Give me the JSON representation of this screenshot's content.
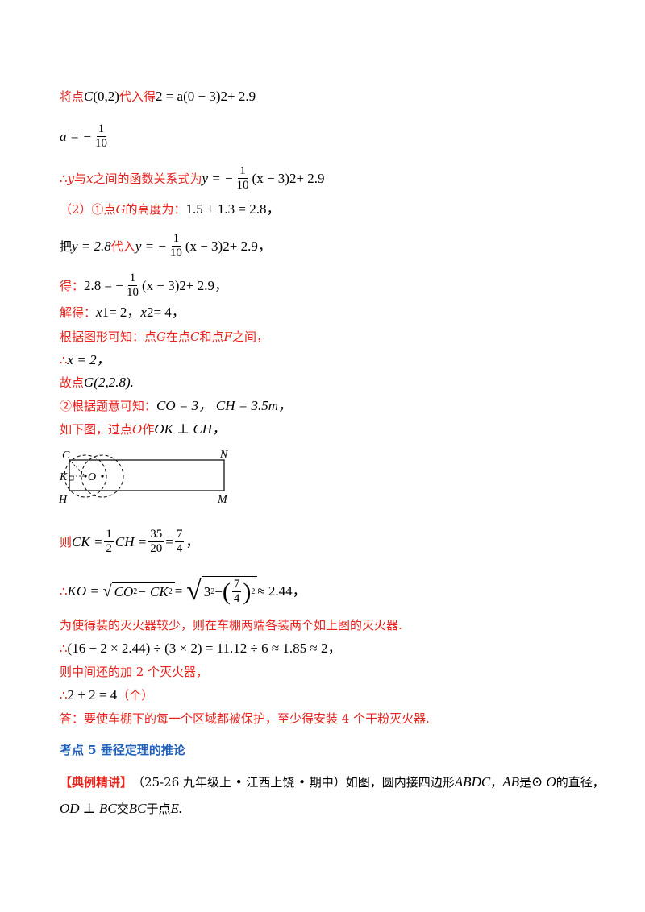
{
  "lines": {
    "l1": {
      "pre": "将点",
      "pt": "C",
      "coord": "0,2",
      "mid": "代入得",
      "eq": "2 = a(0 − 3)",
      "exp": "2",
      "tail": " + 2.9"
    },
    "l2": {
      "lhs": "a = −",
      "num": "1",
      "den": "10"
    },
    "l3": {
      "pre": "∴",
      "y": "y",
      "t1": "与 ",
      "x": "x",
      "t2": " 之间的函数关系式为",
      "lhs": "y = −",
      "num": "1",
      "den": "10",
      "paren": "(x − 3)",
      "exp": "2",
      "tail": " + 2.9"
    },
    "l4": {
      "text": "（2）①点 ",
      "g": "G",
      "text2": " 的高度为：",
      "eq": "1.5 + 1.3 = 2.8，"
    },
    "l5": {
      "pre": "把",
      "eq1": "y = 2.8",
      "mid": "代入",
      "lhs": "y = −",
      "num": "1",
      "den": "10",
      "paren": "(x − 3)",
      "exp": "2",
      "tail": " + 2.9，"
    },
    "l6": {
      "pre": "得：",
      "lhs": "2.8 = −",
      "num": "1",
      "den": "10",
      "paren": "(x − 3)",
      "exp": "2",
      "tail": " + 2.9，"
    },
    "l7": {
      "pre": "解得：",
      "x1": "x",
      "s1": "1",
      "v1": " = 2，",
      "x2": "x",
      "s2": "2",
      "v2": " = 4，"
    },
    "l8": {
      "text": "根据图形可知：点 ",
      "g": "G",
      "t2": " 在点 ",
      "c": "C",
      "t3": " 和点 ",
      "f": "F",
      "t4": " 之间，"
    },
    "l9": {
      "pre": "∴",
      "eq": "x = 2，"
    },
    "l10": {
      "pre": "故点",
      "eq": "G(2,2.8)."
    },
    "l11": {
      "pre": "②根据题意可知：",
      "eq1": "CO = 3，",
      "eq2": "CH = 3.5m，"
    },
    "l12": {
      "pre": "如下图，过点 ",
      "o": "O",
      "t2": " 作",
      "eq": "OK ⊥ CH，"
    },
    "l13": {
      "pre": "则",
      "lhs": "CK =",
      "n1": "1",
      "d1": "2",
      "mid": "CH =",
      "n2": "35",
      "d2": "20",
      "eqs": "=",
      "n3": "7",
      "d3": "4",
      "tail": "，"
    },
    "l14": {
      "pre": "∴",
      "lhs": "KO =",
      "r1": "CO",
      "e1": "2",
      "minus": " − CK",
      "e2": "2",
      "eq": " =",
      "r2a": "3",
      "e3": "2",
      "r2b": " −",
      "n": "7",
      "d": "4",
      "e4": "2",
      "approx": "≈ 2.44，"
    },
    "l15": {
      "text": "为使得装的灭火器较少，则在车棚两端各装两个如上图的灭火器."
    },
    "l16": {
      "pre": "∴",
      "eq": "(16 − 2 × 2.44) ÷ (3 × 2) = 11.12 ÷ 6 ≈ 1.85 ≈ 2，"
    },
    "l17": {
      "text": "则中间还的加 2 个灭火器，"
    },
    "l18": {
      "pre": "∴",
      "eq": "2 + 2 = 4",
      "unit": "（个）"
    },
    "l19": {
      "text": "答：要使车棚下的每一个区域都被保护，至少得安装 4 个干粉灭火器."
    },
    "l20": {
      "text": "考点 5  垂径定理的推论"
    },
    "l21": {
      "tag": "【典例精讲】",
      "text": "（25-26 九年级上 • 江西上饶 • 期中）如图，圆内接四边形",
      "abdc": "ABDC",
      "t2": "，",
      "ab": "AB",
      "t3": "是",
      "circ": "⊙ O",
      "t4": "的直径，"
    },
    "l22": {
      "eq": "OD ⊥ BC",
      "t1": "交",
      "bc": "BC",
      "t2": "于点",
      "e": "E."
    }
  },
  "figure": {
    "labels": {
      "C": "C",
      "N": "N",
      "K": "K",
      "O": "O",
      "H": "H",
      "M": "M"
    }
  },
  "colors": {
    "red": "#e8231d",
    "blue": "#1f5fb8"
  }
}
